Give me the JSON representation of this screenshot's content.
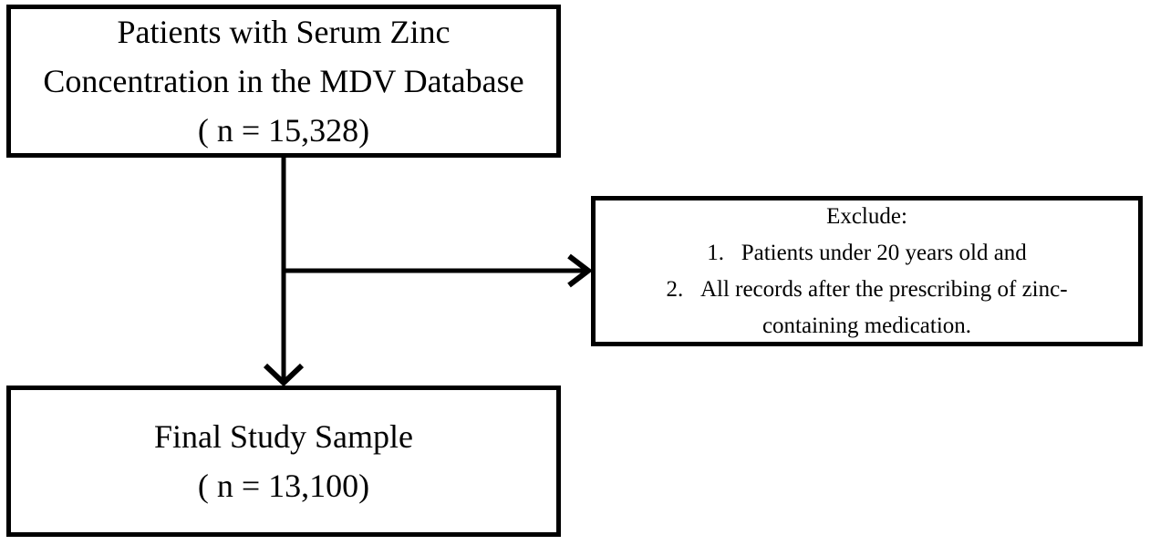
{
  "flowchart": {
    "background_color": "#ffffff",
    "line_color": "#000000",
    "source_box": {
      "n": "15,328",
      "lines": [
        "Patients with Serum Zinc",
        "Concentration in the MDV Database",
        "( n = 15,328)"
      ]
    },
    "exclude_box": {
      "title": "Exclude:",
      "lines": [
        "Exclude:",
        "1.   Patients under 20 years old and",
        "2.   All records after the prescribing of zinc-",
        "containing medication."
      ]
    },
    "final_box": {
      "n": "13,100",
      "lines": [
        "Final Study Sample",
        "( n = 13,100)"
      ]
    }
  }
}
